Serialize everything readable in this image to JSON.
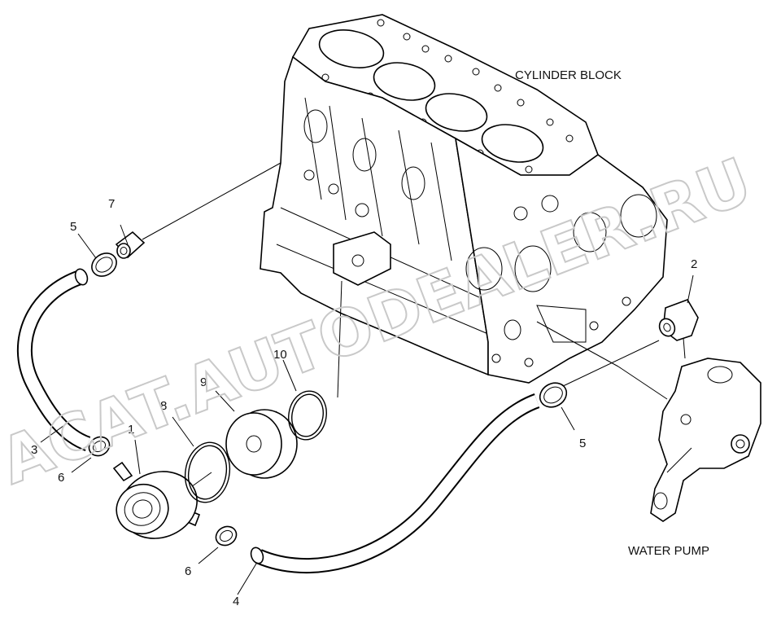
{
  "captions": {
    "cylinder_block": "CYLINDER BLOCK",
    "water_pump": "WATER PUMP"
  },
  "watermark": "ACAT.AUTODEALER.RU",
  "callouts": {
    "c1": "1",
    "c2": "2",
    "c3": "3",
    "c4": "4",
    "c5a": "5",
    "c5b": "5",
    "c6a": "6",
    "c6b": "6",
    "c7": "7",
    "c8": "8",
    "c9": "9",
    "c10": "10"
  }
}
